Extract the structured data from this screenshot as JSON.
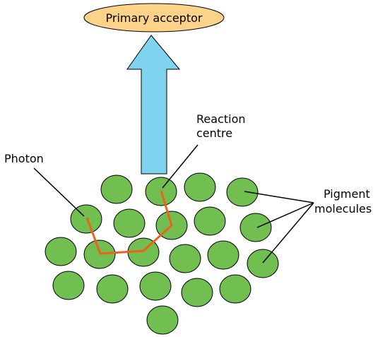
{
  "labels": {
    "primary_acceptor": "Primary acceptor",
    "reaction_centre": [
      "Reaction",
      "centre"
    ],
    "photon": "Photon",
    "pigment_molecules": [
      "Pigment",
      "molecules"
    ]
  },
  "colors": {
    "pigment_fill": "#70bf50",
    "acceptor_fill": "#fdd38a",
    "arrow_fill": "#7fd3ee",
    "photon_path": "#f0601d"
  }
}
